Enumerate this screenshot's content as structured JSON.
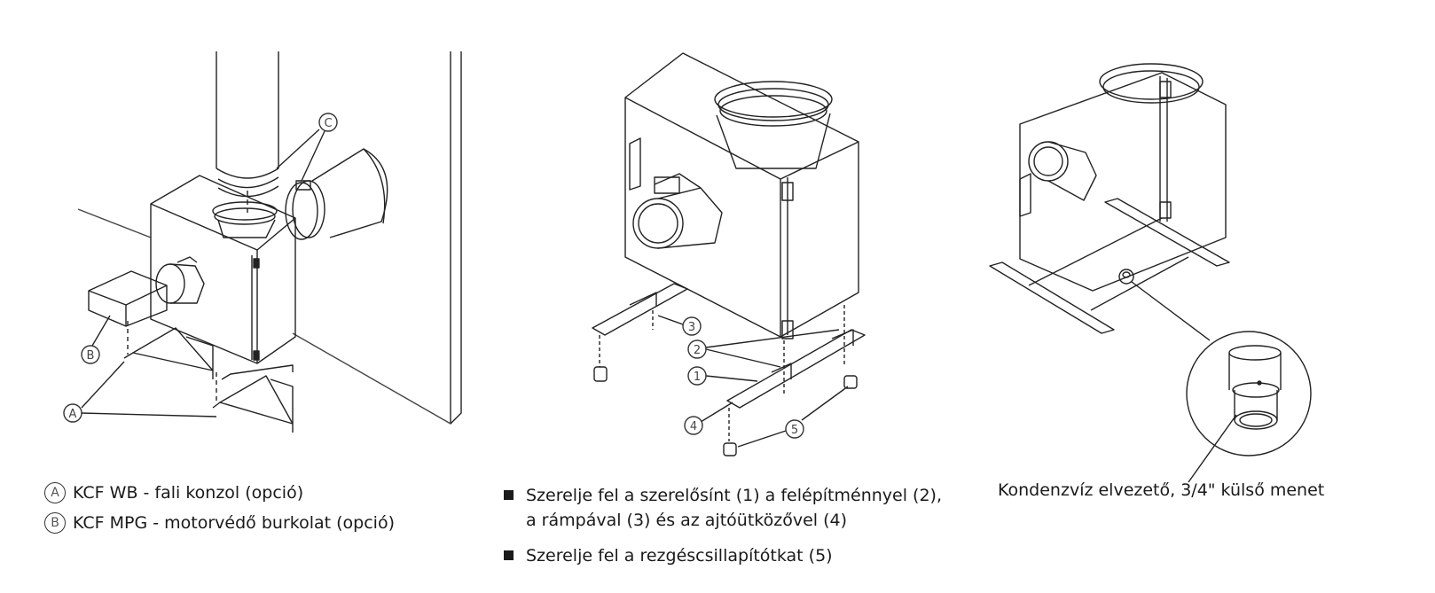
{
  "left_figure": {
    "labels": {
      "A": "A",
      "B": "B",
      "C": "C"
    }
  },
  "middle_figure": {
    "labels": [
      "1",
      "2",
      "3",
      "4",
      "5"
    ]
  },
  "legend": [
    {
      "letter": "A",
      "text": "KCF WB - fali konzol (opció)"
    },
    {
      "letter": "B",
      "text": "KCF MPG - motorvédő burkolat (opció)"
    }
  ],
  "steps": [
    {
      "text": "Szerelje fel a szerelősínt (1) a felépítménnyel (2),\na rámpával (3) és az ajtóütközővel (4)"
    },
    {
      "text": "Szerelje fel a rezgéscsillapítótkat (5)"
    }
  ],
  "caption": "Kondenzvíz elvezető, 3/4\" külső menet"
}
